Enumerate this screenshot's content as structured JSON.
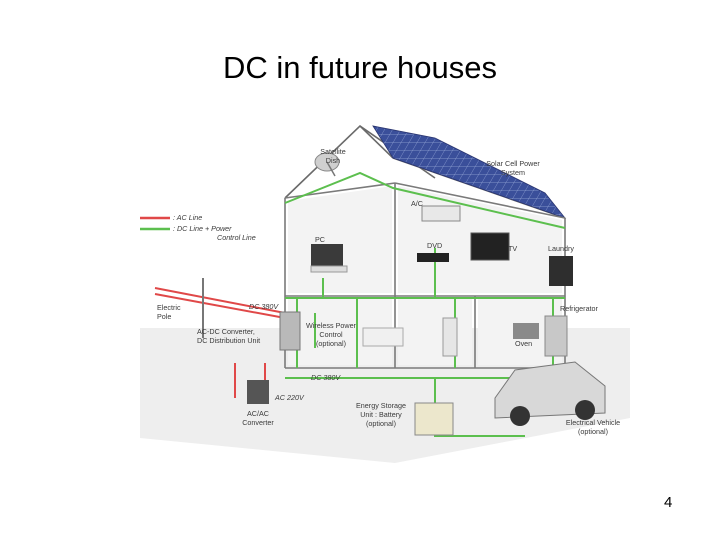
{
  "title": "DC in future houses",
  "page_number": "4",
  "legend": {
    "ac_line": ": AC Line",
    "dc_line": ": DC Line + Power",
    "dc_line_2": "Control Line",
    "ac_color": "#e04848",
    "dc_color": "#5cbf4e"
  },
  "labels": {
    "satellite_1": "Satellite",
    "satellite_2": "Dish",
    "solar_1": "Solar Cell Power",
    "solar_2": "System",
    "ac": "A/C",
    "pc": "PC",
    "dvd": "DVD",
    "tv": "TV",
    "laundry": "Laundry",
    "electric_pole_1": "Electric",
    "electric_pole_2": "Pole",
    "dc_380_top": "DC 380V",
    "acdc_1": "AC-DC Converter,",
    "acdc_2": "DC Distribution Unit",
    "wireless_1": "Wireless Power",
    "wireless_2": "Control",
    "wireless_3": "(optional)",
    "refrigerator": "Refrigerator",
    "oven": "Oven",
    "dc_380_bottom": "DC 380V",
    "ac_220": "AC 220V",
    "acac_1": "AC/AC",
    "acac_2": "Converter",
    "storage_1": "Energy Storage",
    "storage_2": "Unit : Battery",
    "storage_3": "(optional)",
    "ev_1": "Electrical Vehicle",
    "ev_2": "(optional)"
  }
}
